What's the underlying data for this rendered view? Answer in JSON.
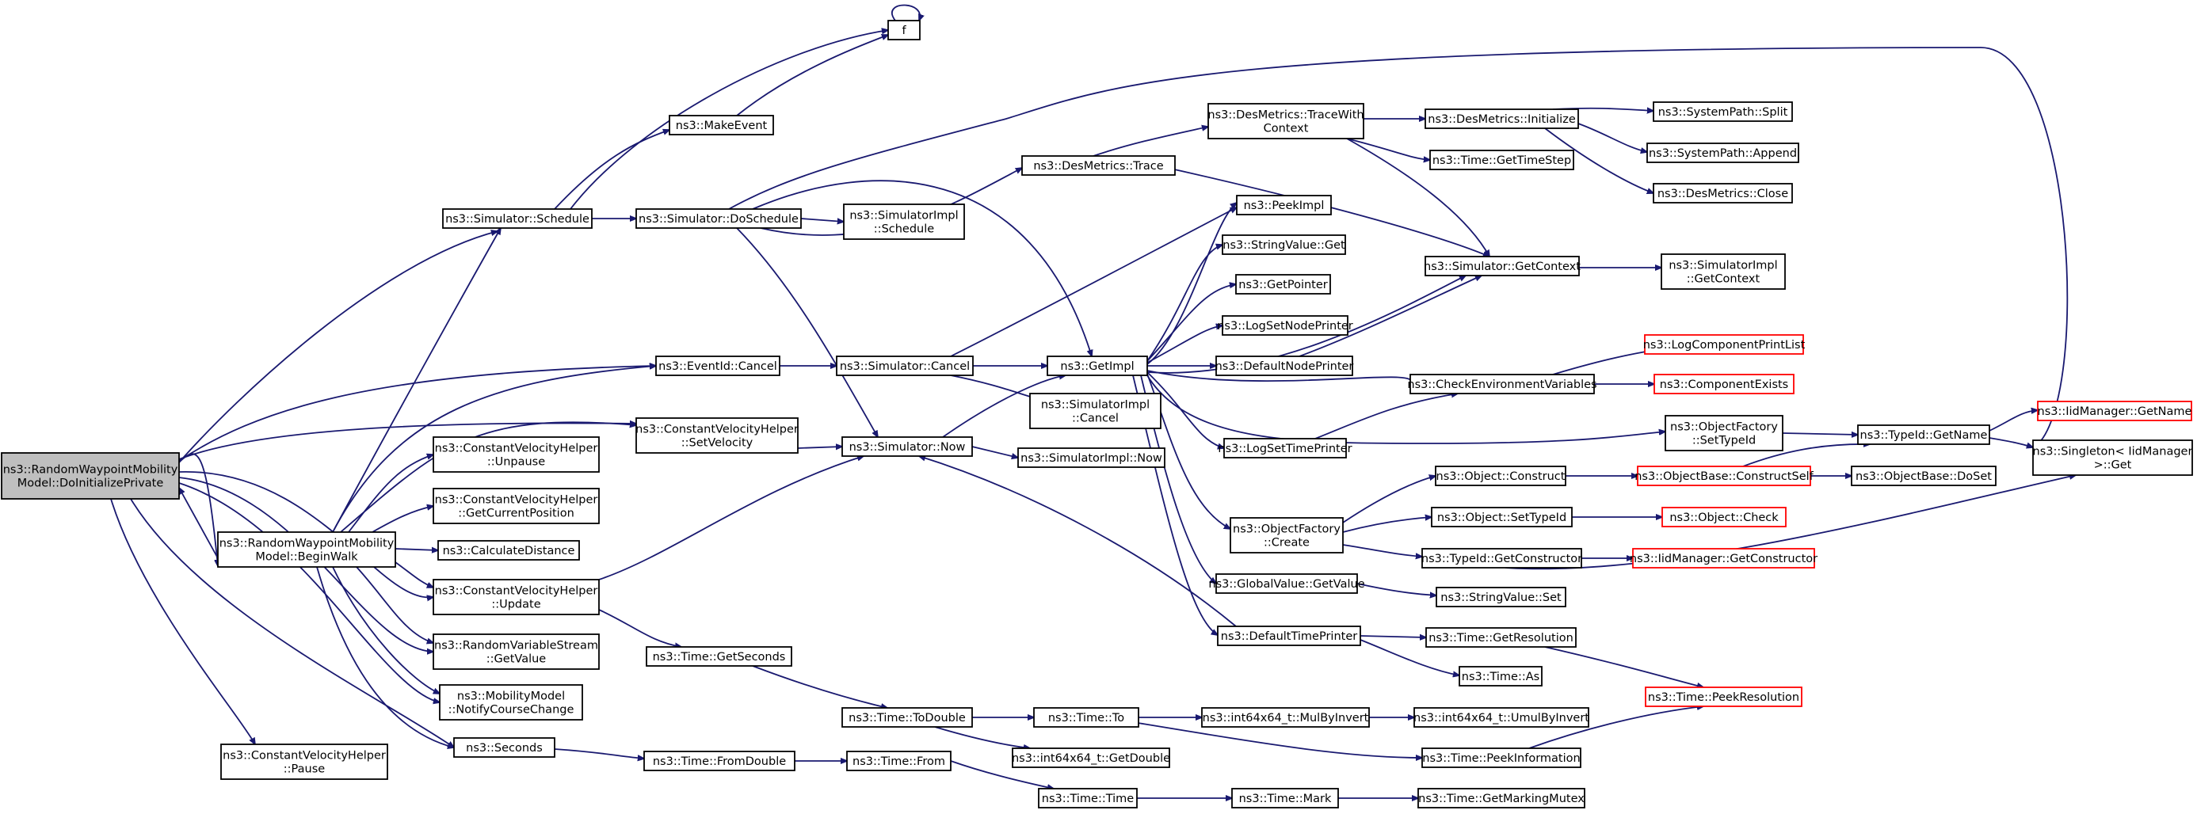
{
  "colors": {
    "edge": "#191970",
    "node_border": "#000000",
    "node_border_truncated": "#ff0000",
    "node_fill": "#ffffff",
    "root_fill": "#bfbfbf"
  },
  "nodes": [
    {
      "id": "root",
      "lines": [
        "ns3::RandomWaypointMobility",
        "Model::DoInitializePrivate"
      ],
      "style": "root"
    },
    {
      "id": "beginwalk",
      "lines": [
        "ns3::RandomWaypointMobility",
        "Model::BeginWalk"
      ],
      "style": "normal"
    },
    {
      "id": "cvh_pause",
      "lines": [
        "ns3::ConstantVelocityHelper",
        "::Pause"
      ],
      "style": "normal"
    },
    {
      "id": "sim_schedule",
      "lines": [
        "ns3::Simulator::Schedule"
      ],
      "style": "normal"
    },
    {
      "id": "eventid_cancel",
      "lines": [
        "ns3::EventId::Cancel"
      ],
      "style": "normal"
    },
    {
      "id": "cvh_setvelocity",
      "lines": [
        "ns3::ConstantVelocityHelper",
        "::SetVelocity"
      ],
      "style": "normal"
    },
    {
      "id": "cvh_unpause",
      "lines": [
        "ns3::ConstantVelocityHelper",
        "::Unpause"
      ],
      "style": "normal"
    },
    {
      "id": "cvh_getcurpos",
      "lines": [
        "ns3::ConstantVelocityHelper",
        "::GetCurrentPosition"
      ],
      "style": "normal"
    },
    {
      "id": "calcdist",
      "lines": [
        "ns3::CalculateDistance"
      ],
      "style": "normal"
    },
    {
      "id": "cvh_update",
      "lines": [
        "ns3::ConstantVelocityHelper",
        "::Update"
      ],
      "style": "normal"
    },
    {
      "id": "rvs_getvalue",
      "lines": [
        "ns3::RandomVariableStream",
        "::GetValue"
      ],
      "style": "normal"
    },
    {
      "id": "mm_notify",
      "lines": [
        "ns3::MobilityModel",
        "::NotifyCourseChange"
      ],
      "style": "normal"
    },
    {
      "id": "seconds",
      "lines": [
        "ns3::Seconds"
      ],
      "style": "normal"
    },
    {
      "id": "f",
      "lines": [
        "f"
      ],
      "style": "normal"
    },
    {
      "id": "makeevent",
      "lines": [
        "ns3::MakeEvent"
      ],
      "style": "normal"
    },
    {
      "id": "sim_doschedule",
      "lines": [
        "ns3::Simulator::DoSchedule"
      ],
      "style": "normal"
    },
    {
      "id": "simimpl_schedule",
      "lines": [
        "ns3::SimulatorImpl",
        "::Schedule"
      ],
      "style": "normal"
    },
    {
      "id": "sim_cancel",
      "lines": [
        "ns3::Simulator::Cancel"
      ],
      "style": "normal"
    },
    {
      "id": "sim_now",
      "lines": [
        "ns3::Simulator::Now"
      ],
      "style": "normal"
    },
    {
      "id": "time_getseconds",
      "lines": [
        "ns3::Time::GetSeconds"
      ],
      "style": "normal"
    },
    {
      "id": "time_todouble",
      "lines": [
        "ns3::Time::ToDouble"
      ],
      "style": "normal"
    },
    {
      "id": "time_fromdouble",
      "lines": [
        "ns3::Time::FromDouble"
      ],
      "style": "normal"
    },
    {
      "id": "desmetrics_trace",
      "lines": [
        "ns3::DesMetrics::Trace"
      ],
      "style": "normal"
    },
    {
      "id": "getimpl",
      "lines": [
        "ns3::GetImpl"
      ],
      "style": "normal"
    },
    {
      "id": "simimpl_cancel",
      "lines": [
        "ns3::SimulatorImpl",
        "::Cancel"
      ],
      "style": "normal"
    },
    {
      "id": "simimpl_now",
      "lines": [
        "ns3::SimulatorImpl::Now"
      ],
      "style": "normal"
    },
    {
      "id": "time_to",
      "lines": [
        "ns3::Time::To"
      ],
      "style": "normal"
    },
    {
      "id": "i64_getdouble",
      "lines": [
        "ns3::int64x64_t::GetDouble"
      ],
      "style": "normal"
    },
    {
      "id": "time_from",
      "lines": [
        "ns3::Time::From"
      ],
      "style": "normal"
    },
    {
      "id": "time_time",
      "lines": [
        "ns3::Time::Time"
      ],
      "style": "normal"
    },
    {
      "id": "desmetrics_tracewith",
      "lines": [
        "ns3::DesMetrics::TraceWith",
        "Context"
      ],
      "style": "normal"
    },
    {
      "id": "peekimpl",
      "lines": [
        "ns3::PeekImpl"
      ],
      "style": "normal"
    },
    {
      "id": "stringvalue_get",
      "lines": [
        "ns3::StringValue::Get"
      ],
      "style": "normal"
    },
    {
      "id": "getpointer",
      "lines": [
        "ns3::GetPointer"
      ],
      "style": "normal"
    },
    {
      "id": "logsetnodeprinter",
      "lines": [
        "ns3::LogSetNodePrinter"
      ],
      "style": "normal"
    },
    {
      "id": "defaultnodeprinter",
      "lines": [
        "ns3::DefaultNodePrinter"
      ],
      "style": "normal"
    },
    {
      "id": "logsettimeprinter",
      "lines": [
        "ns3::LogSetTimePrinter"
      ],
      "style": "normal"
    },
    {
      "id": "objfactory_create",
      "lines": [
        "ns3::ObjectFactory",
        "::Create"
      ],
      "style": "normal"
    },
    {
      "id": "globalvalue_getvalue",
      "lines": [
        "ns3::GlobalValue::GetValue"
      ],
      "style": "normal"
    },
    {
      "id": "defaulttimeprinter",
      "lines": [
        "ns3::DefaultTimePrinter"
      ],
      "style": "normal"
    },
    {
      "id": "i64_mulbyinvert",
      "lines": [
        "ns3::int64x64_t::MulByInvert"
      ],
      "style": "normal"
    },
    {
      "id": "time_mark",
      "lines": [
        "ns3::Time::Mark"
      ],
      "style": "normal"
    },
    {
      "id": "desmetrics_initialize",
      "lines": [
        "ns3::DesMetrics::Initialize"
      ],
      "style": "normal"
    },
    {
      "id": "time_gettimestep",
      "lines": [
        "ns3::Time::GetTimeStep"
      ],
      "style": "normal"
    },
    {
      "id": "sim_getcontext",
      "lines": [
        "ns3::Simulator::GetContext"
      ],
      "style": "normal"
    },
    {
      "id": "checkenv",
      "lines": [
        "ns3::CheckEnvironmentVariables"
      ],
      "style": "normal"
    },
    {
      "id": "object_construct",
      "lines": [
        "ns3::Object::Construct"
      ],
      "style": "normal"
    },
    {
      "id": "object_settypeid",
      "lines": [
        "ns3::Object::SetTypeId"
      ],
      "style": "normal"
    },
    {
      "id": "typeid_getconstructor",
      "lines": [
        "ns3::TypeId::GetConstructor"
      ],
      "style": "normal"
    },
    {
      "id": "stringvalue_set",
      "lines": [
        "ns3::StringValue::Set"
      ],
      "style": "normal"
    },
    {
      "id": "time_getresolution",
      "lines": [
        "ns3::Time::GetResolution"
      ],
      "style": "normal"
    },
    {
      "id": "time_as",
      "lines": [
        "ns3::Time::As"
      ],
      "style": "normal"
    },
    {
      "id": "i64_umulbyinvert",
      "lines": [
        "ns3::int64x64_t::UmulByInvert"
      ],
      "style": "normal"
    },
    {
      "id": "time_peekinformation",
      "lines": [
        "ns3::Time::PeekInformation"
      ],
      "style": "normal"
    },
    {
      "id": "time_getmarkingmutex",
      "lines": [
        "ns3::Time::GetMarkingMutex"
      ],
      "style": "normal"
    },
    {
      "id": "systempath_split",
      "lines": [
        "ns3::SystemPath::Split"
      ],
      "style": "normal"
    },
    {
      "id": "systempath_append",
      "lines": [
        "ns3::SystemPath::Append"
      ],
      "style": "normal"
    },
    {
      "id": "desmetrics_close",
      "lines": [
        "ns3::DesMetrics::Close"
      ],
      "style": "normal"
    },
    {
      "id": "simimpl_getcontext",
      "lines": [
        "ns3::SimulatorImpl",
        "::GetContext"
      ],
      "style": "normal"
    },
    {
      "id": "logcomponentprintlist",
      "lines": [
        "ns3::LogComponentPrintList"
      ],
      "style": "truncated"
    },
    {
      "id": "componentexists",
      "lines": [
        "ns3::ComponentExists"
      ],
      "style": "truncated"
    },
    {
      "id": "objfactory_settypeid",
      "lines": [
        "ns3::ObjectFactory",
        "::SetTypeId"
      ],
      "style": "normal"
    },
    {
      "id": "objectbase_constructself",
      "lines": [
        "ns3::ObjectBase::ConstructSelf"
      ],
      "style": "truncated"
    },
    {
      "id": "object_check",
      "lines": [
        "ns3::Object::Check"
      ],
      "style": "truncated"
    },
    {
      "id": "iidmanager_getconstructor",
      "lines": [
        "ns3::IidManager::GetConstructor"
      ],
      "style": "truncated"
    },
    {
      "id": "time_peekresolution",
      "lines": [
        "ns3::Time::PeekResolution"
      ],
      "style": "truncated"
    },
    {
      "id": "typeid_getname",
      "lines": [
        "ns3::TypeId::GetName"
      ],
      "style": "normal"
    },
    {
      "id": "objectbase_doset",
      "lines": [
        "ns3::ObjectBase::DoSet"
      ],
      "style": "normal"
    },
    {
      "id": "iidmanager_getname",
      "lines": [
        "ns3::IidManager::GetName"
      ],
      "style": "truncated"
    },
    {
      "id": "singleton_get",
      "lines": [
        "ns3::Singleton< IidManager",
        ">::Get"
      ],
      "style": "normal"
    }
  ]
}
